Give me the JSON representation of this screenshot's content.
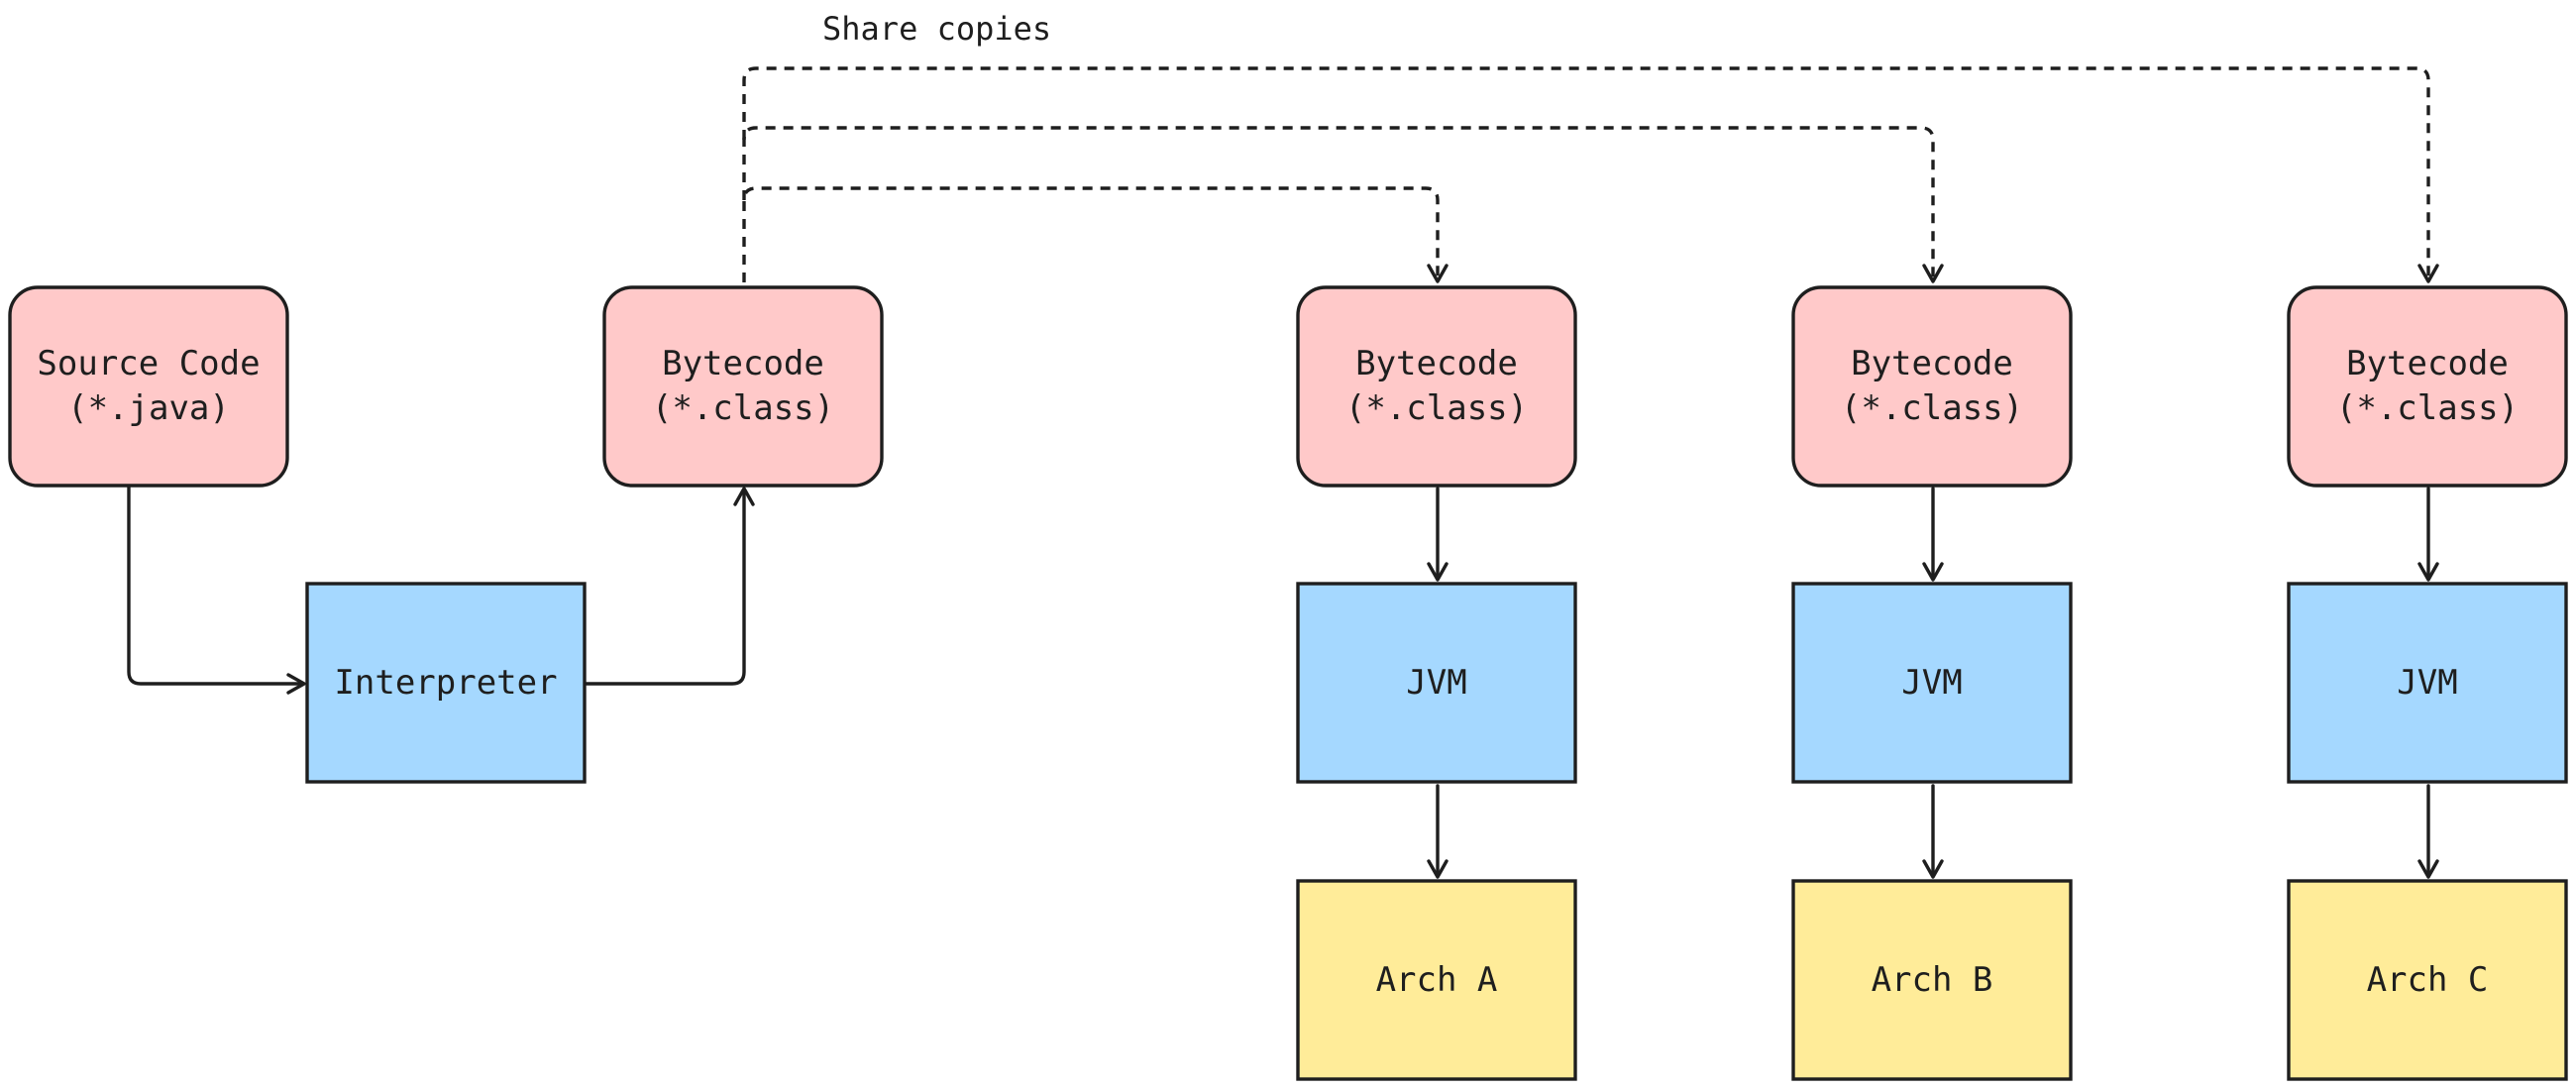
{
  "annotation": "Share copies",
  "colors": {
    "source": "#ffc9c9",
    "interpreter": "#a5d8ff",
    "jvm": "#a5d8ff",
    "arch": "#ffec99",
    "stroke": "#1e1e1e"
  },
  "nodes": {
    "source": {
      "line1": "Source Code",
      "line2": "(*.java)"
    },
    "interpreter": {
      "label": "Interpreter"
    },
    "bytecode_main": {
      "line1": "Bytecode",
      "line2": "(*.class)"
    },
    "bytecode_a": {
      "line1": "Bytecode",
      "line2": "(*.class)"
    },
    "bytecode_b": {
      "line1": "Bytecode",
      "line2": "(*.class)"
    },
    "bytecode_c": {
      "line1": "Bytecode",
      "line2": "(*.class)"
    },
    "jvm_a": {
      "label": "JVM"
    },
    "jvm_b": {
      "label": "JVM"
    },
    "jvm_c": {
      "label": "JVM"
    },
    "arch_a": {
      "label": "Arch A"
    },
    "arch_b": {
      "label": "Arch B"
    },
    "arch_c": {
      "label": "Arch C"
    }
  }
}
